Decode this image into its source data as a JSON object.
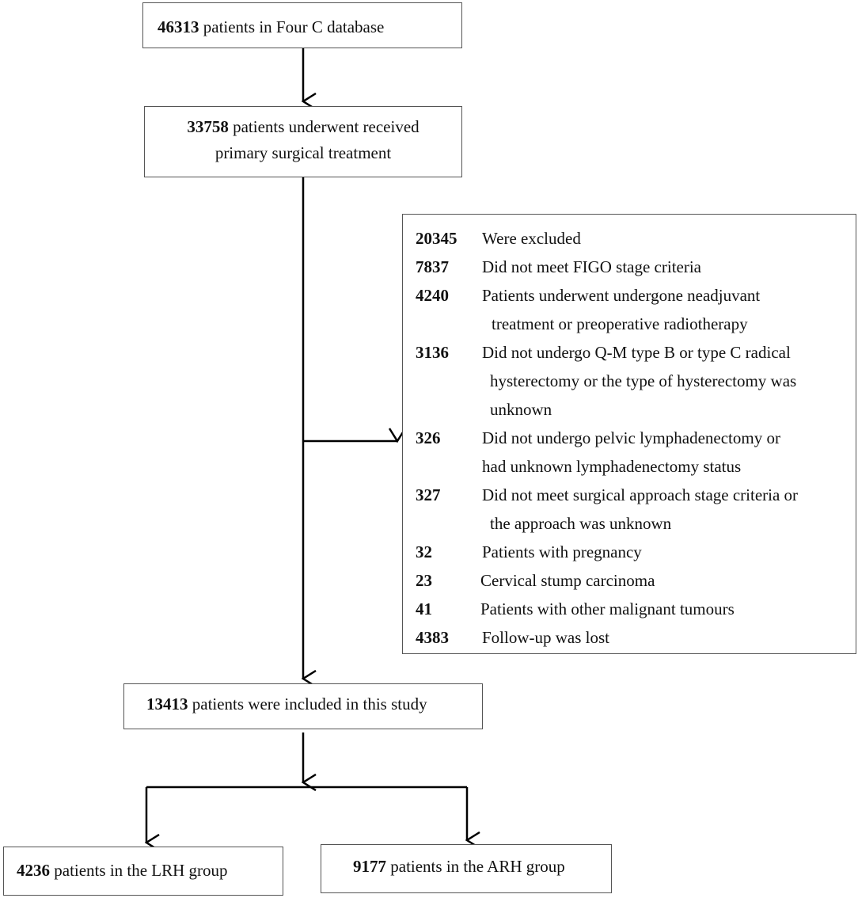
{
  "top": {
    "count": "46313",
    "text": " patients in Four C database"
  },
  "surgical": {
    "count": "33758",
    "line1": " patients underwent received",
    "line2": "primary surgical treatment"
  },
  "exclusions": [
    {
      "count": "20345",
      "lines": [
        "Were excluded"
      ]
    },
    {
      "count": "7837",
      "lines": [
        "Did not meet FIGO stage criteria"
      ]
    },
    {
      "count": "4240",
      "lines": [
        "Patients underwent undergone neadjuvant",
        "treatment or preoperative radiotherapy"
      ]
    },
    {
      "count": "3136",
      "lines": [
        "Did not undergo Q-M type B or type C radical",
        "hysterectomy or the type of hysterectomy was",
        "unknown"
      ]
    },
    {
      "count": "326",
      "lines": [
        "Did not undergo pelvic lymphadenectomy or",
        "had unknown lymphadenectomy status"
      ]
    },
    {
      "count": "327",
      "lines": [
        "Did not meet surgical approach stage criteria or",
        "the approach was unknown"
      ]
    },
    {
      "count": "32",
      "lines": [
        "Patients with pregnancy"
      ]
    },
    {
      "count": "23",
      "lines": [
        "Cervical stump carcinoma"
      ]
    },
    {
      "count": "41",
      "lines": [
        "Patients with other malignant tumours"
      ]
    },
    {
      "count": "4383",
      "lines": [
        "Follow-up was lost"
      ]
    }
  ],
  "included": {
    "count": "13413",
    "text": " patients were included in this study"
  },
  "lrh": {
    "count": "4236",
    "text": " patients in the LRH group"
  },
  "arh": {
    "count": "9177",
    "text": " patients in the ARH group"
  }
}
